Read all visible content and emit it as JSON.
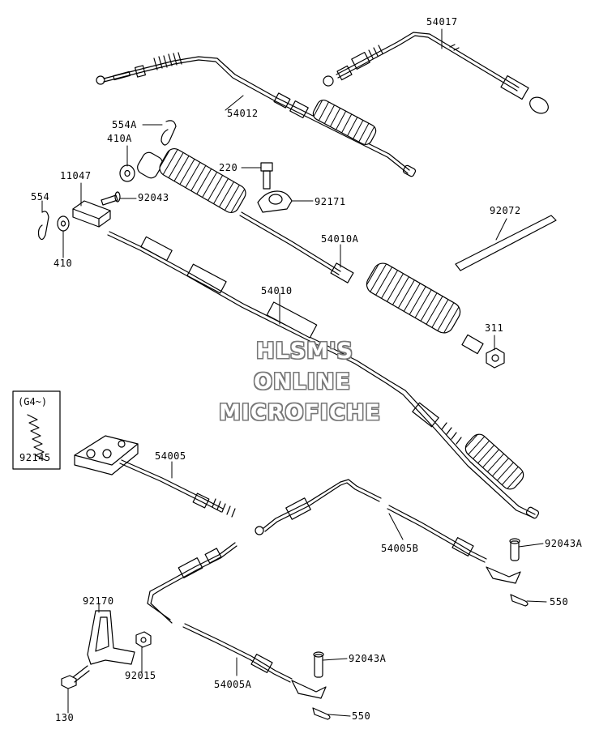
{
  "watermark": {
    "line1": "HLSM'S",
    "line2": "ONLINE",
    "line3": "MICROFICHE"
  },
  "variant_note": "(G4~)",
  "parts": [
    {
      "id": "p54017",
      "label": "54017"
    },
    {
      "id": "p54012",
      "label": "54012"
    },
    {
      "id": "p554A",
      "label": "554A"
    },
    {
      "id": "p410A",
      "label": "410A"
    },
    {
      "id": "p220",
      "label": "220"
    },
    {
      "id": "p11047",
      "label": "11047"
    },
    {
      "id": "p92043",
      "label": "92043"
    },
    {
      "id": "p92171",
      "label": "92171"
    },
    {
      "id": "p554",
      "label": "554"
    },
    {
      "id": "p410",
      "label": "410"
    },
    {
      "id": "p92072",
      "label": "92072"
    },
    {
      "id": "p54010A",
      "label": "54010A"
    },
    {
      "id": "p54010",
      "label": "54010"
    },
    {
      "id": "p311",
      "label": "311"
    },
    {
      "id": "p92145",
      "label": "92145"
    },
    {
      "id": "p54005",
      "label": "54005"
    },
    {
      "id": "p54005B",
      "label": "54005B"
    },
    {
      "id": "p92043A_1",
      "label": "92043A"
    },
    {
      "id": "p550_1",
      "label": "550"
    },
    {
      "id": "p92170",
      "label": "92170"
    },
    {
      "id": "p92015",
      "label": "92015"
    },
    {
      "id": "p92043A_2",
      "label": "92043A"
    },
    {
      "id": "p54005A",
      "label": "54005A"
    },
    {
      "id": "p130",
      "label": "130"
    },
    {
      "id": "p550_2",
      "label": "550"
    }
  ]
}
